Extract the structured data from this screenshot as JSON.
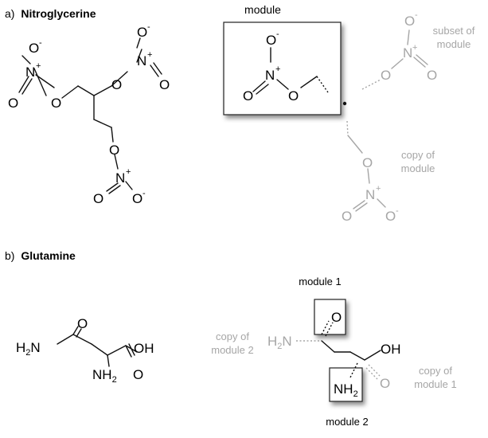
{
  "panel_a": {
    "letter": "a)",
    "name": "Nitroglycerine",
    "module_label": "module",
    "subset_label_1": "subset of",
    "subset_label_2": "module",
    "copy_label_1": "copy of",
    "copy_label_2": "module"
  },
  "panel_b": {
    "letter": "b)",
    "name": "Glutamine",
    "module1_label": "module 1",
    "module2_label": "module 2",
    "copy_m2_label_1": "copy of",
    "copy_m2_label_2": "module 2",
    "copy_m1_label_1": "copy of",
    "copy_m1_label_2": "module 1"
  },
  "atoms": {
    "O": "O",
    "N": "N",
    "H": "H",
    "sub2": "2",
    "plus": "+",
    "minus": "-",
    "OH": "OH",
    "NH": "NH",
    "N_amine": "N"
  },
  "colors": {
    "main": "#111111",
    "faded": "#a6a6a6",
    "box_border": "#222222"
  }
}
